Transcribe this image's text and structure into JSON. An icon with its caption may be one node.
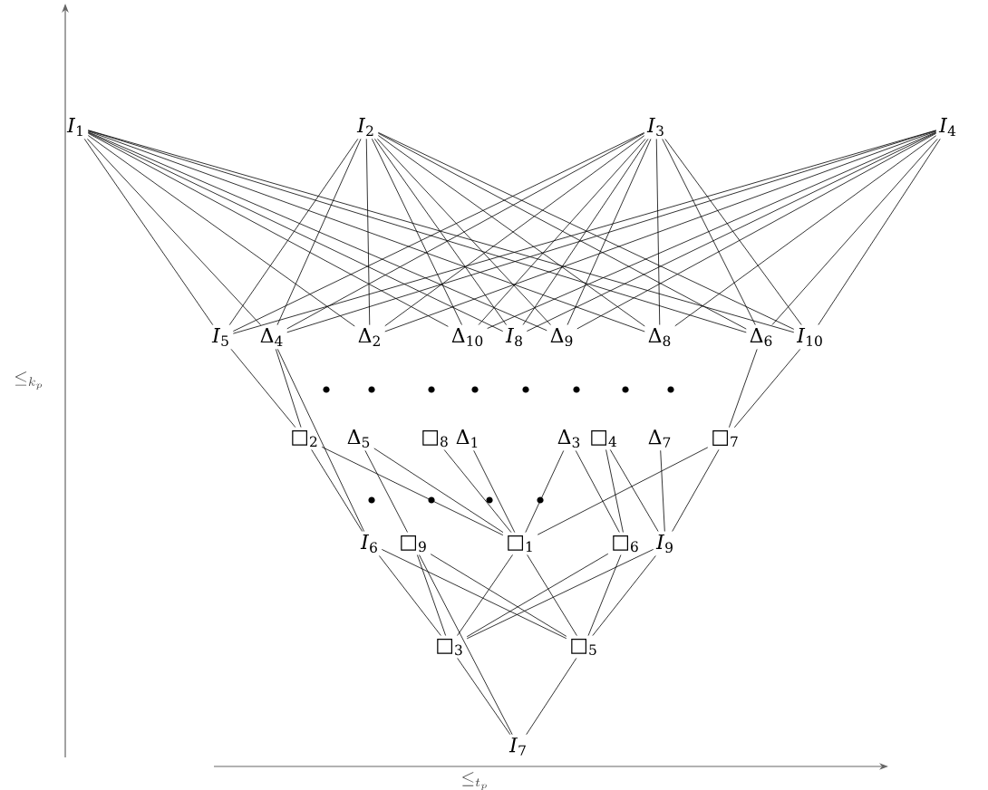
{
  "diagram": {
    "nodes": [
      {
        "text": [
          "*I*$_{1}$"
        ]
      },
      {
        "text": [
          "*I*$_{2}$"
        ]
      },
      {
        "text": [
          "*I*$_{3}$"
        ]
      },
      {
        "text": [
          "*I*$_{4}$"
        ]
      },
      {
        "text": [
          "*I*$_{5}$"
        ]
      },
      {
        "text": [
          "Δ$_{4}$"
        ]
      },
      {
        "text": [
          "Δ$_{2}$"
        ]
      },
      {
        "text": [
          "Δ$_{10}$"
        ]
      },
      {
        "text": [
          "*I*$_{8}$"
        ]
      },
      {
        "text": [
          "Δ$_{9}$"
        ]
      },
      {
        "text": [
          "Δ$_{8}$"
        ]
      },
      {
        "text": [
          "Δ$_{6}$"
        ]
      },
      {
        "text": [
          "*I*$_{10}$"
        ]
      },
      {
        "text": [
          "□$_{2}$"
        ]
      },
      {
        "text": [
          "Δ$_{5}$"
        ]
      },
      {
        "text": [
          "□$_{8}$"
        ]
      },
      {
        "text": [
          "Δ$_{1}$"
        ]
      },
      {
        "text": [
          "Δ$_{3}$"
        ]
      },
      {
        "text": [
          "□$_{4}$"
        ]
      },
      {
        "text": [
          "Δ$_{7}$"
        ]
      },
      {
        "text": [
          "□$_{7}$"
        ]
      },
      {
        "text": [
          "*I*$_{6}$"
        ]
      },
      {
        "text": [
          "□$_{9}$"
        ]
      },
      {
        "text": [
          "□$_{1}$"
        ]
      },
      {
        "text": [
          "□$_{6}$"
        ]
      },
      {
        "text": [
          "*I*$_{9}$"
        ]
      },
      {
        "text": [
          "□$_{3}$"
        ]
      },
      {
        "text": [
          "□$_{5}$"
        ]
      },
      {
        "text": [
          "*I*$_{7}$"
        ]
      }
    ],
    "edges": [
      {
        "from": 0,
        "to": 4,
        "arrow": "none"
      },
      {
        "from": 0,
        "to": 5,
        "arrow": "none"
      },
      {
        "from": 0,
        "to": 6,
        "arrow": "none"
      },
      {
        "from": 0,
        "to": 7,
        "arrow": "none"
      },
      {
        "from": 0,
        "to": 8,
        "arrow": "none"
      },
      {
        "from": 0,
        "to": 9,
        "arrow": "none"
      },
      {
        "from": 0,
        "to": 10,
        "arrow": "none"
      },
      {
        "from": 0,
        "to": 11,
        "arrow": "none"
      },
      {
        "from": 0,
        "to": 12,
        "arrow": "none"
      },
      {
        "from": 1,
        "to": 4,
        "arrow": "none"
      },
      {
        "from": 1,
        "to": 5,
        "arrow": "none"
      },
      {
        "from": 1,
        "to": 6,
        "arrow": "none"
      },
      {
        "from": 1,
        "to": 7,
        "arrow": "none"
      },
      {
        "from": 1,
        "to": 8,
        "arrow": "none"
      },
      {
        "from": 1,
        "to": 9,
        "arrow": "none"
      },
      {
        "from": 1,
        "to": 10,
        "arrow": "none"
      },
      {
        "from": 1,
        "to": 11,
        "arrow": "none"
      },
      {
        "from": 1,
        "to": 12,
        "arrow": "none"
      },
      {
        "from": 2,
        "to": 4,
        "arrow": "none"
      },
      {
        "from": 2,
        "to": 5,
        "arrow": "none"
      },
      {
        "from": 2,
        "to": 6,
        "arrow": "none"
      },
      {
        "from": 2,
        "to": 7,
        "arrow": "none"
      },
      {
        "from": 2,
        "to": 8,
        "arrow": "none"
      },
      {
        "from": 2,
        "to": 9,
        "arrow": "none"
      },
      {
        "from": 2,
        "to": 10,
        "arrow": "none"
      },
      {
        "from": 2,
        "to": 11,
        "arrow": "none"
      },
      {
        "from": 2,
        "to": 12,
        "arrow": "none"
      },
      {
        "from": 3,
        "to": 4,
        "arrow": "none"
      },
      {
        "from": 3,
        "to": 5,
        "arrow": "none"
      },
      {
        "from": 3,
        "to": 6,
        "arrow": "none"
      },
      {
        "from": 3,
        "to": 7,
        "arrow": "none"
      },
      {
        "from": 3,
        "to": 8,
        "arrow": "none"
      },
      {
        "from": 3,
        "to": 9,
        "arrow": "none"
      },
      {
        "from": 3,
        "to": 10,
        "arrow": "none"
      },
      {
        "from": 3,
        "to": 11,
        "arrow": "none"
      },
      {
        "from": 3,
        "to": 12,
        "arrow": "none"
      },
      {
        "from": 4,
        "to": 13,
        "arrow": "none"
      },
      {
        "from": 5,
        "to": 13,
        "arrow": "none"
      },
      {
        "from": 5,
        "to": 21,
        "arrow": "none"
      },
      {
        "from": 11,
        "to": 20,
        "arrow": "none"
      },
      {
        "from": 12,
        "to": 20,
        "arrow": "none"
      },
      {
        "from": 13,
        "to": 21,
        "arrow": "none"
      },
      {
        "from": 13,
        "to": 23,
        "arrow": "none"
      },
      {
        "from": 14,
        "to": 23,
        "arrow": "none"
      },
      {
        "from": 14,
        "to": 22,
        "arrow": "none"
      },
      {
        "from": 15,
        "to": 23,
        "arrow": "none"
      },
      {
        "from": 16,
        "to": 23,
        "arrow": "none"
      },
      {
        "from": 17,
        "to": 23,
        "arrow": "none"
      },
      {
        "from": 17,
        "to": 24,
        "arrow": "none"
      },
      {
        "from": 18,
        "to": 24,
        "arrow": "none"
      },
      {
        "from": 18,
        "to": 25,
        "arrow": "none"
      },
      {
        "from": 19,
        "to": 25,
        "arrow": "none"
      },
      {
        "from": 20,
        "to": 23,
        "arrow": "none"
      },
      {
        "from": 20,
        "to": 25,
        "arrow": "none"
      },
      {
        "from": 21,
        "to": 26,
        "arrow": "none"
      },
      {
        "from": 21,
        "to": 27,
        "arrow": "none"
      },
      {
        "from": 22,
        "to": 26,
        "arrow": "none"
      },
      {
        "from": 22,
        "to": 27,
        "arrow": "none"
      },
      {
        "from": 23,
        "to": 26,
        "arrow": "none"
      },
      {
        "from": 23,
        "to": 27,
        "arrow": "none"
      },
      {
        "from": 24,
        "to": 26,
        "arrow": "none"
      },
      {
        "from": 24,
        "to": 27,
        "arrow": "none"
      },
      {
        "from": 25,
        "to": 26,
        "arrow": "none"
      },
      {
        "from": 25,
        "to": 27,
        "arrow": "none"
      },
      {
        "from": 26,
        "to": 28,
        "arrow": "none"
      },
      {
        "from": 27,
        "to": 28,
        "arrow": "none"
      },
      {
        "from": 22,
        "to": 28,
        "arrow": "none"
      }
    ],
    "labels": [
      "\\leq_{k_p}",
      "\\leq_{t_p}"
    ]
  }
}
